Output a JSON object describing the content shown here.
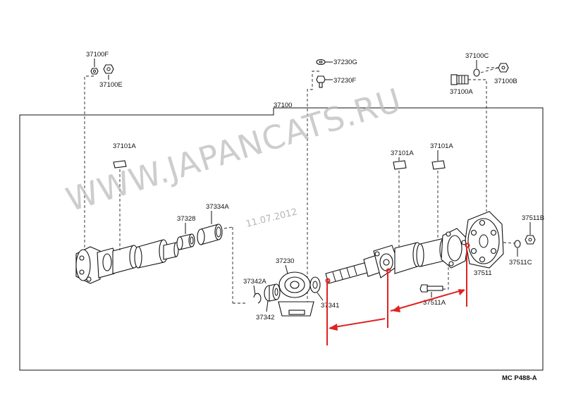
{
  "watermark": "WWW.JAPANCATS.RU",
  "date_stamp": "11.07.2012",
  "figure_code": "MC P488-A",
  "labels": {
    "p37100F": "37100F",
    "p37100E": "37100E",
    "p37230G": "37230G",
    "p37230F": "37230F",
    "p37100C": "37100C",
    "p37100A_top": "37100A",
    "p37100B": "37100B",
    "p37100": "37100",
    "p37101A_left": "37101A",
    "p37101A_mid": "37101A",
    "p37101A_right": "37101A",
    "p37328": "37328",
    "p37334A": "37334A",
    "p37230": "37230",
    "p37342A": "37342A",
    "p37342": "37342",
    "p37341": "37341",
    "p37511A": "37511A",
    "p37511": "37511",
    "p37511B": "37511B",
    "p37511C": "37511C"
  },
  "colors": {
    "annotation": "#e02222",
    "watermark": "#bdbdbd",
    "line": "#111111"
  }
}
